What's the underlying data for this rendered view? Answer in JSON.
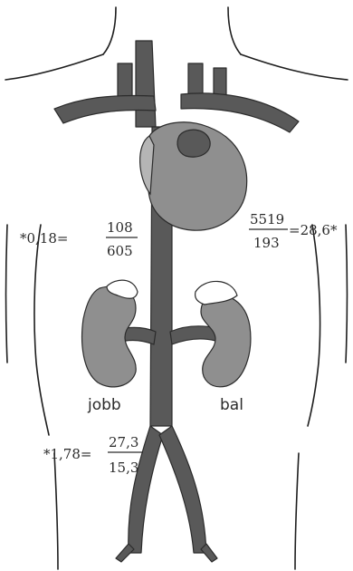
{
  "colors": {
    "vessel": "#595959",
    "vessel_outline": "#2b2b2b",
    "organ": "#8f8f8f",
    "organ_light": "#b5b5b5",
    "organ_white": "#ffffff",
    "body_outline": "#1e1e1e",
    "text": "#2a2a2a"
  },
  "labels": {
    "right_kidney": "jobb",
    "left_kidney": "bal"
  },
  "formulas": {
    "left_top": {
      "prefix": "*0,18=",
      "numerator": "108",
      "denominator": "605",
      "suffix": ""
    },
    "right_top": {
      "prefix": "",
      "numerator": "5519",
      "denominator": "193",
      "suffix": "=28,6*"
    },
    "bottom": {
      "prefix": "*1,78=",
      "numerator": "27,3",
      "denominator": "15,3",
      "suffix": ""
    }
  }
}
